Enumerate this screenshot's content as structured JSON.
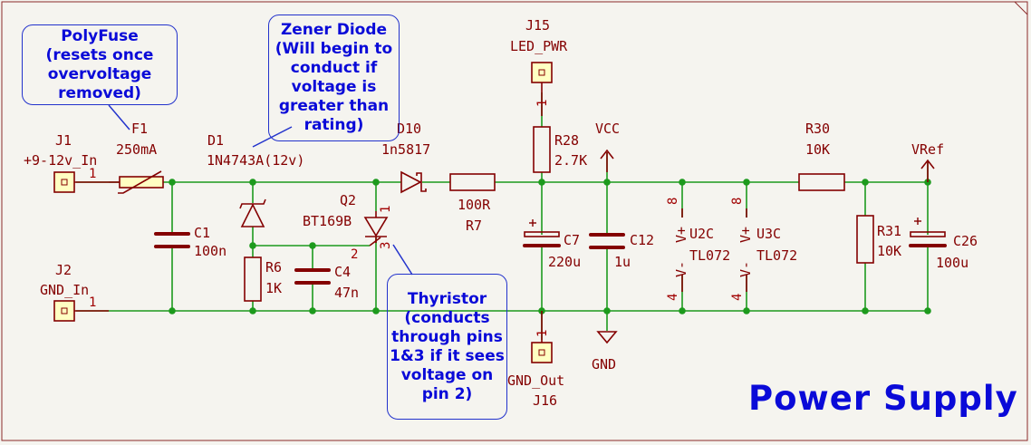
{
  "title": "Power Supply",
  "notes": {
    "polyfuse": "PolyFuse\n(resets once\novervoltage\nremoved)",
    "zener": "Zener Diode\n(Will begin to\nconduct if\nvoltage is\ngreater than\nrating)",
    "thyristor": "Thyristor\n(conducts\nthrough pins\n1&3 if it sees\nvoltage on\npin 2)"
  },
  "components": {
    "J1": {
      "ref": "J1",
      "value": "+9-12v_In",
      "pin": "1"
    },
    "J2": {
      "ref": "J2",
      "value": "GND_In",
      "pin": "1"
    },
    "F1": {
      "ref": "F1",
      "value": "250mA"
    },
    "D1": {
      "ref": "D1",
      "value": "1N4743A(12v)"
    },
    "D10": {
      "ref": "D10",
      "value": "1n5817"
    },
    "C1": {
      "ref": "C1",
      "value": "100n"
    },
    "R6": {
      "ref": "R6",
      "value": "1K"
    },
    "C4": {
      "ref": "C4",
      "value": "47n"
    },
    "Q2": {
      "ref": "Q2",
      "value": "BT169B",
      "pin1": "1",
      "pin2": "2",
      "pin3": "3"
    },
    "R7": {
      "ref": "R7",
      "value": "100R"
    },
    "J15": {
      "ref": "J15",
      "value": "LED_PWR",
      "pin": "1"
    },
    "R28": {
      "ref": "R28",
      "value": "2.7K"
    },
    "C7": {
      "ref": "C7",
      "value": "220u"
    },
    "C12": {
      "ref": "C12",
      "value": "1u"
    },
    "J16": {
      "ref": "J16",
      "value": "GND_Out",
      "pin": "1"
    },
    "U2C": {
      "ref": "U2C",
      "value": "TL072",
      "vplus": "V+",
      "vminus": "V-",
      "pin8": "8",
      "pin4": "4"
    },
    "U3C": {
      "ref": "U3C",
      "value": "TL072",
      "vplus": "V+",
      "vminus": "V-",
      "pin8": "8",
      "pin4": "4"
    },
    "R30": {
      "ref": "R30",
      "value": "10K"
    },
    "R31": {
      "ref": "R31",
      "value": "10K"
    },
    "C26": {
      "ref": "C26",
      "value": "100u"
    }
  },
  "power": {
    "vcc": "VCC",
    "gnd": "GND",
    "vref": "VRef"
  },
  "colors": {
    "wire": "#1d9a1d",
    "body": "#840000",
    "label": "#840000",
    "note": "#0a0ad8",
    "background": "#f5f4ef"
  }
}
